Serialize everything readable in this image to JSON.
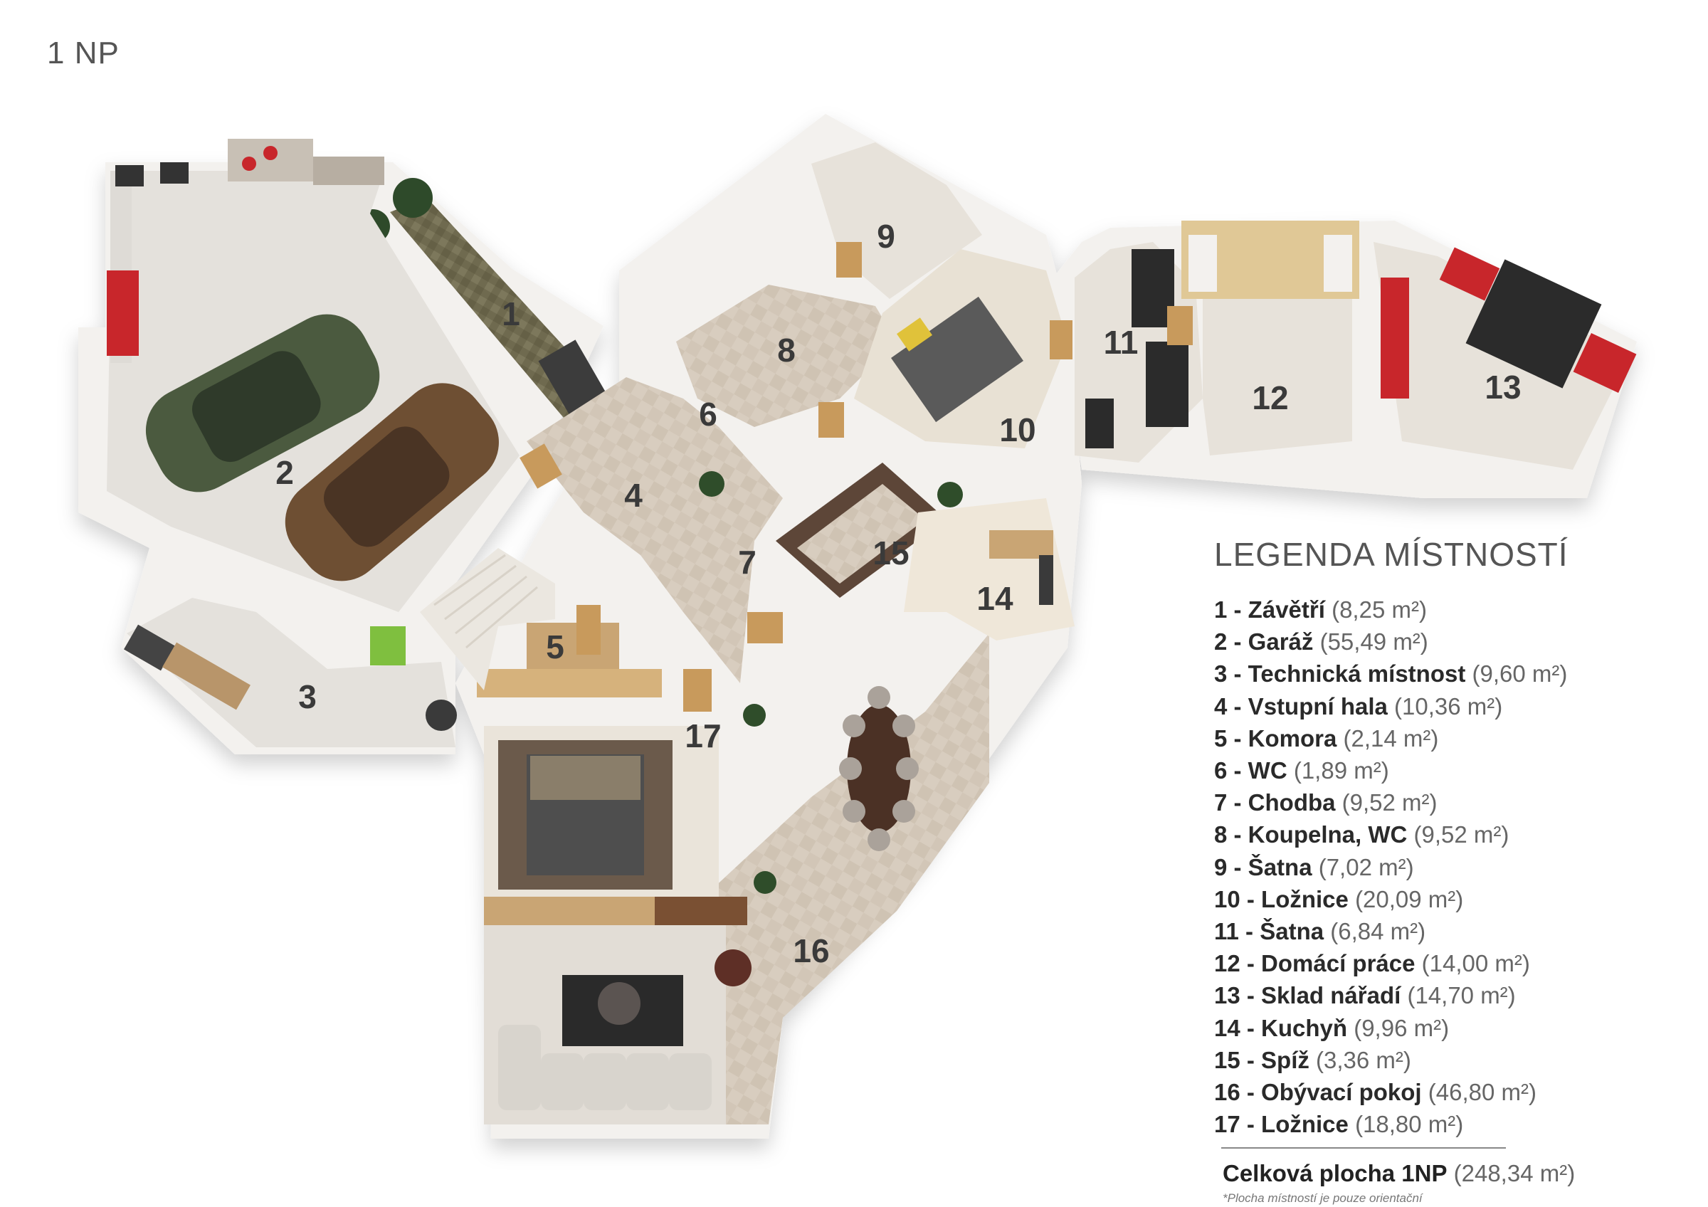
{
  "floor_title": "1 NP",
  "legend": {
    "title": "LEGENDA MÍSTNOSTÍ",
    "items": [
      {
        "num": "1",
        "name": "Závětří",
        "area": "(8,25 m²)"
      },
      {
        "num": "2",
        "name": "Garáž",
        "area": "(55,49 m²)"
      },
      {
        "num": "3",
        "name": "Technická místnost",
        "area": "(9,60 m²)"
      },
      {
        "num": "4",
        "name": "Vstupní hala",
        "area": "(10,36 m²)"
      },
      {
        "num": "5",
        "name": "Komora",
        "area": "(2,14 m²)"
      },
      {
        "num": "6",
        "name": "WC",
        "area": "(1,89 m²)"
      },
      {
        "num": "7",
        "name": "Chodba",
        "area": "(9,52 m²)"
      },
      {
        "num": "8",
        "name": "Koupelna, WC",
        "area": "(9,52 m²)"
      },
      {
        "num": "9",
        "name": "Šatna",
        "area": "(7,02 m²)"
      },
      {
        "num": "10",
        "name": "Ložnice",
        "area": "(20,09 m²)"
      },
      {
        "num": "11",
        "name": "Šatna",
        "area": "(6,84 m²)"
      },
      {
        "num": "12",
        "name": "Domácí práce",
        "area": "(14,00 m²)"
      },
      {
        "num": "13",
        "name": "Sklad nářadí",
        "area": "(14,70 m²)"
      },
      {
        "num": "14",
        "name": "Kuchyň",
        "area": "(9,96 m²)"
      },
      {
        "num": "15",
        "name": "Spíž",
        "area": "(3,36 m²)"
      },
      {
        "num": "16",
        "name": "Obývací pokoj",
        "area": "(46,80 m²)"
      },
      {
        "num": "17",
        "name": "Ložnice",
        "area": "(18,80 m²)"
      }
    ],
    "total": {
      "name": "Celková plocha 1NP",
      "area": "(248,34 m²)"
    },
    "note": "*Plocha místností je pouze orientační"
  },
  "colors": {
    "floor_tile": "#d9cfc2",
    "wall": "#f4f2ef",
    "wood": "#c89a5c",
    "garage_floor": "#e4e1dc",
    "car_green": "#4b5a3f",
    "car_brown": "#6e4f33",
    "paving": "#6f6a4f",
    "tool_red": "#c8262b"
  }
}
